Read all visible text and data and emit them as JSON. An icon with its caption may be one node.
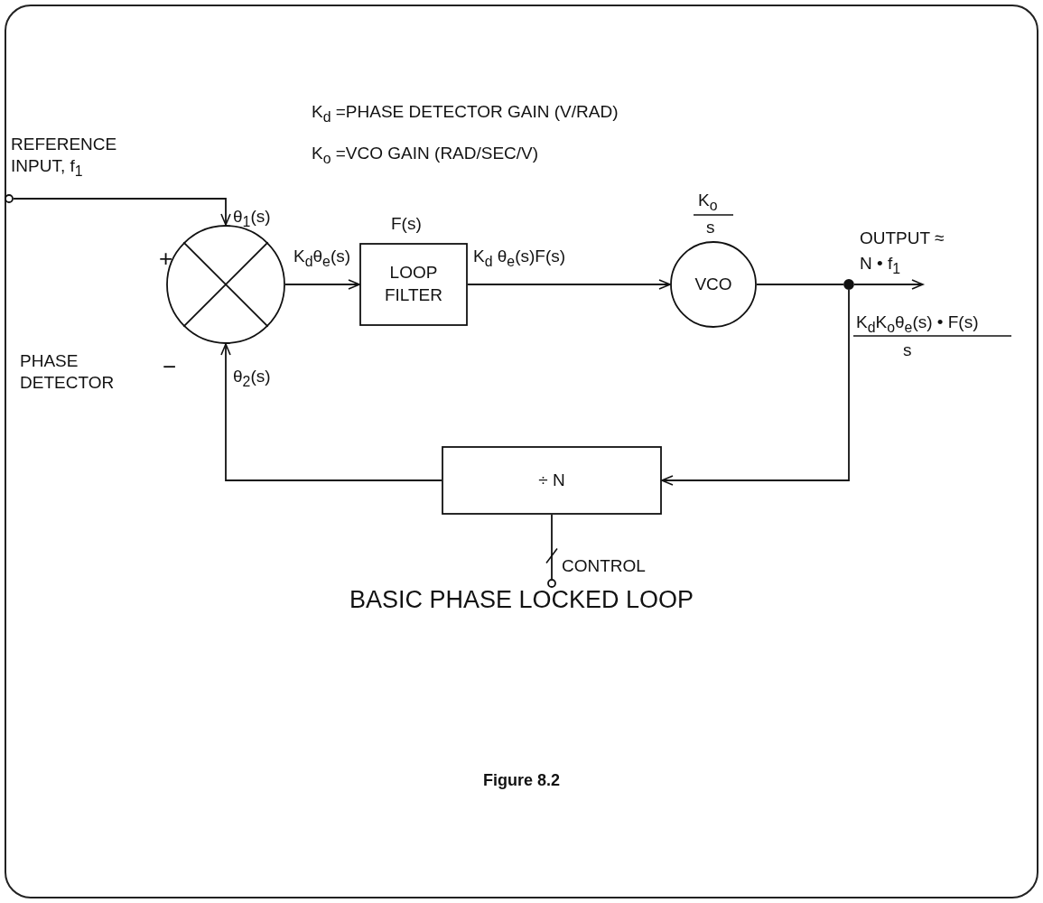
{
  "diagram": {
    "title": "BASIC PHASE LOCKED LOOP",
    "caption": "Figure 8.2",
    "nodes": [
      {
        "text": [],
        "shape": "circle",
        "beside": [
          "REFERENCE INPUT, f$_{1}$"
        ]
      },
      {
        "text": [],
        "shape": "circle",
        "beside": [
          "PHASE DETECTOR"
        ]
      },
      {
        "text": [
          "LOOP FILTER"
        ],
        "beside": [
          "F(s)"
        ]
      },
      {
        "text": [
          "VCO"
        ],
        "beside": [
          "K$_{o}$",
          "s"
        ]
      },
      {
        "text": [],
        "shape": "circle"
      },
      {
        "text": [
          "÷ N"
        ]
      },
      {
        "text": [],
        "shape": "circle",
        "beside": [
          "CONTROL"
        ]
      }
    ],
    "edges": [
      {
        "from": 0,
        "to": 1,
        "arrow": "to",
        "label": "θ$_{1}$(s)"
      },
      {
        "from": 1,
        "to": 2,
        "arrow": "to",
        "label": "K$_{d}$θ$_{e}$(s)"
      },
      {
        "from": 2,
        "to": 3,
        "arrow": "to",
        "label": "K$_{d}$ θ$_{e}$(s)F(s)"
      },
      {
        "from": 3,
        "to": 4,
        "arrow": "none"
      },
      {
        "from": 4,
        "to": null,
        "arrow": "to",
        "label": "OUTPUT ≈ N • f$_{1}$"
      },
      {
        "from": 4,
        "to": 5,
        "arrow": "to"
      },
      {
        "from": 5,
        "to": 1,
        "arrow": "to",
        "label": "θ$_{2}$(s)"
      },
      {
        "from": 6,
        "to": 5,
        "arrow": "none"
      }
    ],
    "labels": [
      "K$_{d}$ =PHASE DETECTOR GAIN (V/RAD)",
      "K$_{o}$ =VCO GAIN (RAD/SEC/V)",
      "+",
      "−",
      "K$_{d}$K$_{o}$θ$_{e}$(s) • F(s)",
      "s"
    ]
  }
}
